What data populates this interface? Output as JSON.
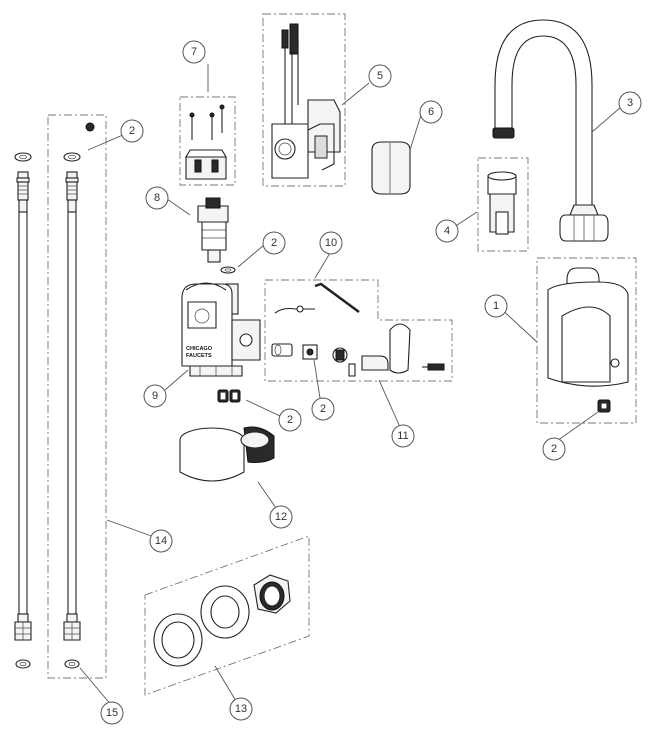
{
  "brand_text": [
    "CHICAGO",
    "FAUCETS"
  ],
  "callouts": [
    {
      "id": "c1",
      "label": "1"
    },
    {
      "id": "c2a",
      "label": "2"
    },
    {
      "id": "c2b",
      "label": "2"
    },
    {
      "id": "c2c",
      "label": "2"
    },
    {
      "id": "c2d",
      "label": "2"
    },
    {
      "id": "c2e",
      "label": "2"
    },
    {
      "id": "c3",
      "label": "3"
    },
    {
      "id": "c4",
      "label": "4"
    },
    {
      "id": "c5",
      "label": "5"
    },
    {
      "id": "c6",
      "label": "6"
    },
    {
      "id": "c7",
      "label": "7"
    },
    {
      "id": "c8",
      "label": "8"
    },
    {
      "id": "c9",
      "label": "9"
    },
    {
      "id": "c10",
      "label": "10"
    },
    {
      "id": "c11",
      "label": "11"
    },
    {
      "id": "c12",
      "label": "12"
    },
    {
      "id": "c13",
      "label": "13"
    },
    {
      "id": "c14",
      "label": "14"
    },
    {
      "id": "c15",
      "label": "15"
    }
  ]
}
